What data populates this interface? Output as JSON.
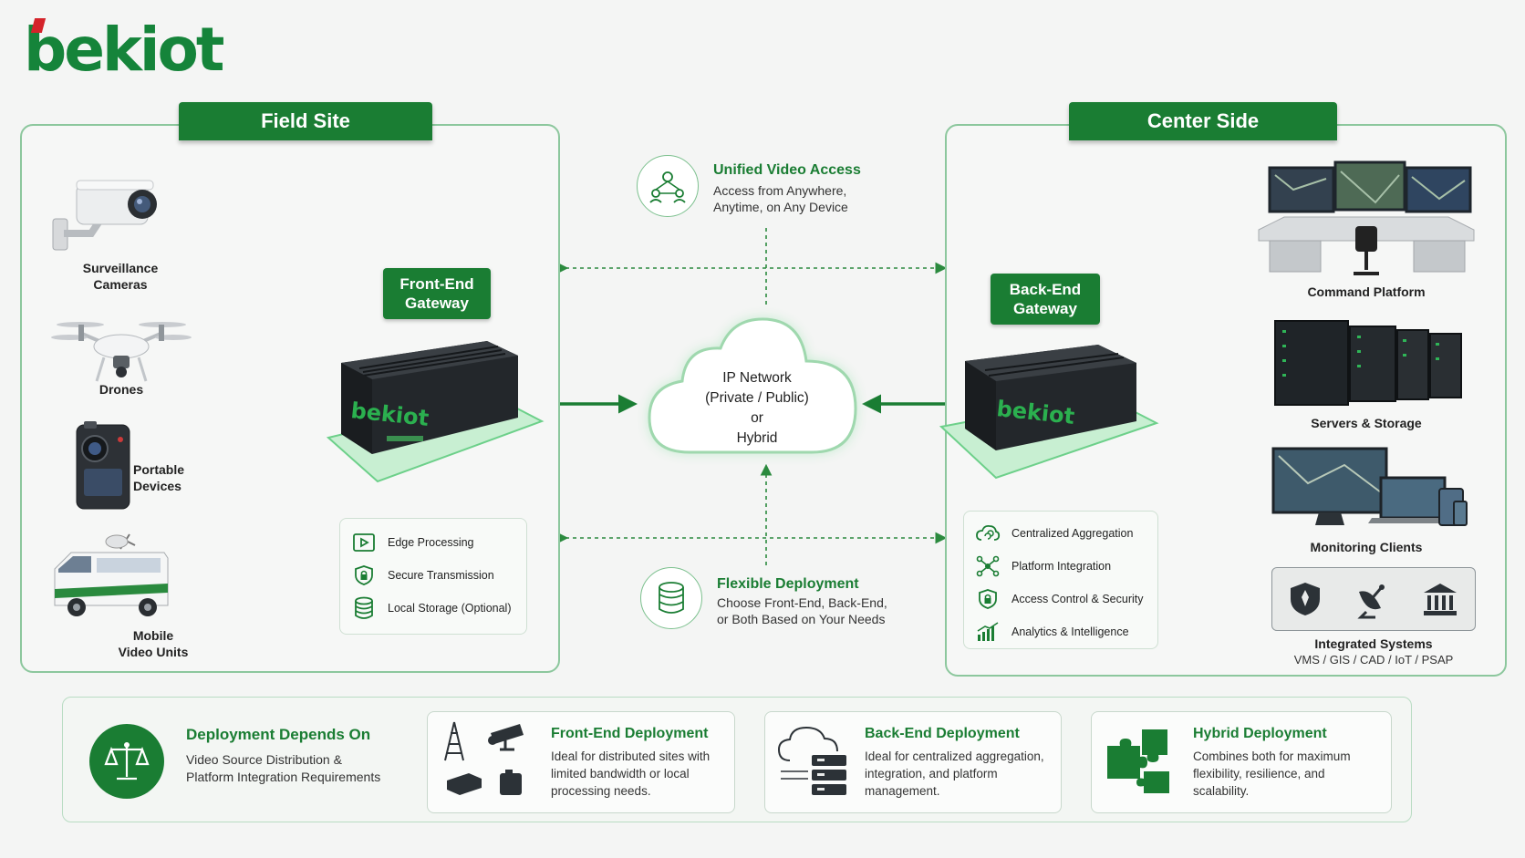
{
  "brand": {
    "logo_text": "bekiot"
  },
  "field_site": {
    "title": "Field Site",
    "devices": [
      {
        "label_lines": [
          "Surveillance",
          "Cameras"
        ],
        "icon": "surveillance-camera-icon"
      },
      {
        "label_lines": [
          "Drones"
        ],
        "icon": "drone-icon"
      },
      {
        "label_lines": [
          "Portable",
          "Devices"
        ],
        "icon": "body-camera-icon"
      },
      {
        "label_lines": [
          "Mobile",
          "Video Units"
        ],
        "icon": "mobile-van-icon"
      }
    ],
    "gateway_label_lines": [
      "Front-End",
      "Gateway"
    ],
    "gateway_brand": "bekiot",
    "features": [
      {
        "label": "Edge Processing",
        "icon": "play-box-icon"
      },
      {
        "label": "Secure Transmission",
        "icon": "shield-lock-icon"
      },
      {
        "label": "Local Storage (Optional)",
        "icon": "database-icon"
      }
    ]
  },
  "center": {
    "unified": {
      "title": "Unified Video Access",
      "lines": [
        "Access from Anywhere,",
        "Anytime, on Any Device"
      ],
      "icon": "network-users-icon"
    },
    "cloud_lines": [
      "IP Network",
      "(Private / Public)",
      "or",
      "Hybrid"
    ],
    "flexible": {
      "title": "Flexible Deployment",
      "lines": [
        "Choose Front-End, Back-End,",
        "or Both Based on Your Needs"
      ],
      "icon": "database-icon"
    }
  },
  "center_side": {
    "title": "Center Side",
    "gateway_label_lines": [
      "Back-End",
      "Gateway"
    ],
    "gateway_brand": "bekiot",
    "features": [
      {
        "label": "Centralized Aggregation",
        "icon": "cloud-sync-icon"
      },
      {
        "label": "Platform Integration",
        "icon": "network-nodes-icon"
      },
      {
        "label": "Access Control & Security",
        "icon": "shield-lock-icon"
      },
      {
        "label": "Analytics & Intelligence",
        "icon": "bar-chart-icon"
      }
    ],
    "outputs": [
      {
        "label": "Command Platform"
      },
      {
        "label": "Servers & Storage"
      },
      {
        "label": "Monitoring Clients"
      }
    ],
    "integrated": {
      "title": "Integrated Systems",
      "subtitle": "VMS / GIS / CAD / IoT / PSAP"
    }
  },
  "bottom": {
    "depends": {
      "title": "Deployment Depends On",
      "lines": [
        "Video Source Distribution &",
        "Platform Integration Requirements"
      ]
    },
    "cards": [
      {
        "title": "Front-End Deployment",
        "lines": [
          "Ideal for distributed sites with",
          "limited bandwidth or local",
          "processing needs."
        ]
      },
      {
        "title": "Back-End Deployment",
        "lines": [
          "Ideal for centralized aggregation,",
          "integration, and platform",
          "management."
        ]
      },
      {
        "title": "Hybrid Deployment",
        "lines": [
          "Combines both for maximum",
          "flexibility, resilience, and",
          "scalability."
        ]
      }
    ]
  },
  "colors": {
    "brand_green": "#1a7d33",
    "accent_red": "#d4232a",
    "panel_border": "#8cc79d"
  }
}
